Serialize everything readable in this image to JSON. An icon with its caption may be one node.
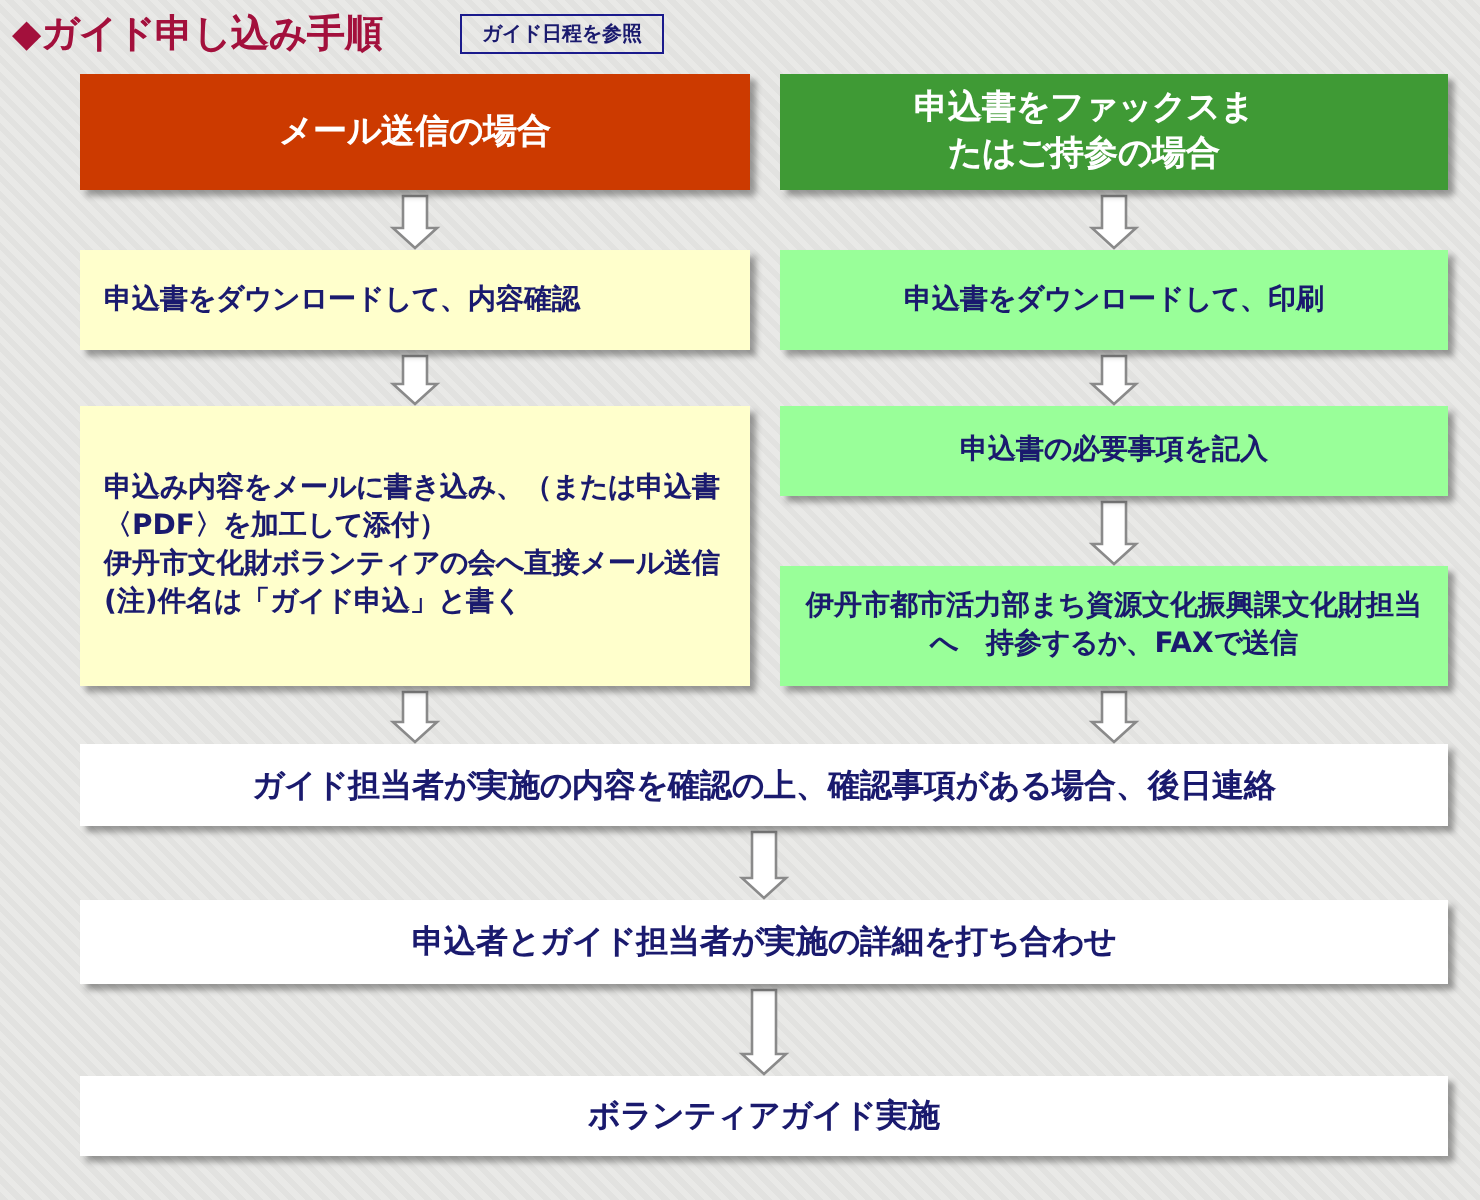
{
  "diagram": {
    "title": "◆ガイド申し込み手順",
    "nodes": [
      {
        "text": [
          "メール送信の場合"
        ]
      },
      {
        "text": [
          "申込書をファックスまたはご持参の場合"
        ]
      },
      {
        "text": [
          "申込書をダウンロードして、内容確認"
        ]
      },
      {
        "text": [
          "申込書をダウンロードして、印刷"
        ]
      },
      {
        "text": [
          "申込み内容をメールに書き込み、（または申込書〈PDF〉を加工して添付）",
          "伊丹市文化財ボランティアの会へ直接メール送信",
          "(注)件名は「ガイド申込」と書く"
        ]
      },
      {
        "text": [
          "申込書の必要事項を記入"
        ]
      },
      {
        "text": [
          "伊丹市都市活力部まち資源文化振興課文化財担当へ　持参するか、FAXで送信"
        ]
      },
      {
        "text": [
          "ガイド担当者が実施の内容を確認の上、確認事項がある場合、後日連絡"
        ]
      },
      {
        "text": [
          "申込者とガイド担当者が実施の詳細を打ち合わせ"
        ]
      },
      {
        "text": [
          "ボランティアガイド実施"
        ]
      }
    ],
    "edges": [
      {
        "from": 0,
        "to": 2,
        "arrow": "to"
      },
      {
        "from": 2,
        "to": 4,
        "arrow": "to"
      },
      {
        "from": 4,
        "to": 7,
        "arrow": "to"
      },
      {
        "from": 1,
        "to": 3,
        "arrow": "to"
      },
      {
        "from": 3,
        "to": 5,
        "arrow": "to"
      },
      {
        "from": 5,
        "to": 6,
        "arrow": "to"
      },
      {
        "from": 6,
        "to": 7,
        "arrow": "to"
      },
      {
        "from": 7,
        "to": 8,
        "arrow": "to"
      },
      {
        "from": 8,
        "to": 9,
        "arrow": "to"
      }
    ],
    "labels": [
      "ガイド日程を参照"
    ]
  }
}
